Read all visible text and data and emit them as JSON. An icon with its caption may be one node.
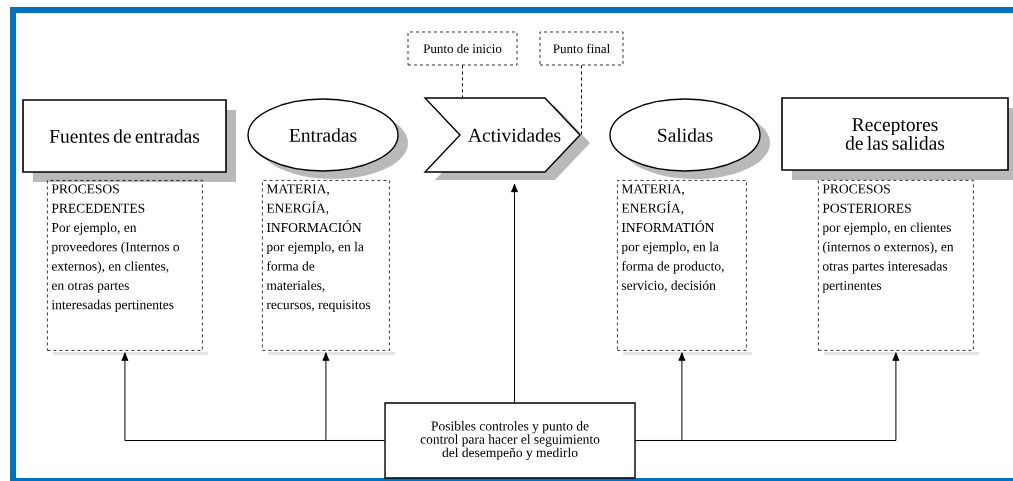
{
  "diagram": {
    "nodes": [
      {
        "text": [
          "Fuentes de entradas"
        ]
      },
      {
        "text": [
          "Entradas"
        ]
      },
      {
        "text": [
          "Actividades"
        ]
      },
      {
        "text": [
          "Salidas"
        ]
      },
      {
        "text": [
          "Receptores de las salidas"
        ]
      },
      {
        "text": [
          "PROCESOS PRECEDENTES",
          "Por ejemplo, en proveedores (Internos o externos), en clientes, en otras partes interesadas pertinentes"
        ]
      },
      {
        "text": [
          "MATERIA, ENERGÍA, INFORMACIÓN",
          "por ejemplo, en la forma de materiales, recursos, requisitos"
        ]
      },
      {
        "text": [
          "MATERIA, ENERGÍA, INFORMATIÓN",
          "por ejemplo, en la forma de producto, servicio, decisión"
        ]
      },
      {
        "text": [
          "PROCESOS POSTERIORES",
          "por ejemplo, en clientes (internos o externos), en otras partes interesadas pertinentes"
        ]
      },
      {
        "text": [
          "Punto de inicio"
        ]
      },
      {
        "text": [
          "Punto final"
        ]
      },
      {
        "text": [
          "Posibles controles y punto de control para hacer el seguimiento del desempeño y medirlo"
        ]
      }
    ],
    "edges": [
      {
        "from": 11,
        "to": 5,
        "arrow": "to"
      },
      {
        "from": 11,
        "to": 6,
        "arrow": "to"
      },
      {
        "from": 11,
        "to": 2,
        "arrow": "to"
      },
      {
        "from": 11,
        "to": 7,
        "arrow": "to"
      },
      {
        "from": 11,
        "to": 8,
        "arrow": "to"
      },
      {
        "from": 9,
        "to": 2,
        "arrow": "none",
        "style": "dashed"
      },
      {
        "from": 10,
        "to": 2,
        "arrow": "none",
        "style": "dashed"
      }
    ]
  }
}
